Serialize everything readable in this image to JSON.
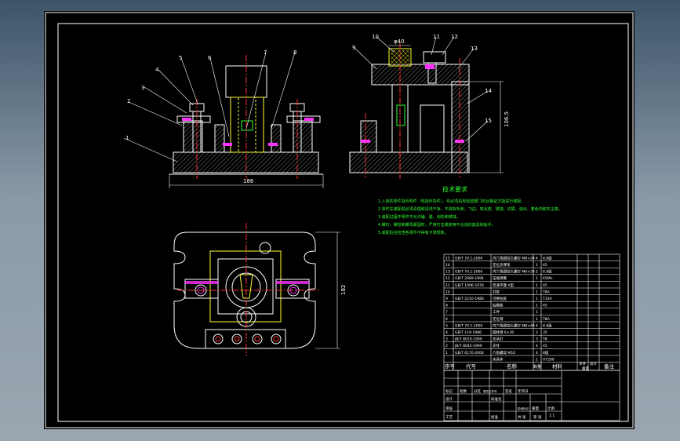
{
  "drawing": {
    "balloons": [
      "1",
      "2",
      "3",
      "4",
      "5",
      "6",
      "7",
      "8",
      "9",
      "10",
      "11",
      "12",
      "13",
      "14",
      "15"
    ],
    "dimensions": {
      "front_width": "186",
      "side_height": "106.5",
      "plan_height": "182",
      "top_dim": "φ40"
    },
    "tech_title": "技术要求",
    "tech_lines": [
      "1.入库的零件及外购件（包括外协件），均必须具有检验部门的合格证方能进行装配。",
      "2.零件在装配前必须清理和清洗干净，不得有毛刺、飞边、氧化皮、锈蚀、切屑、油污、着色剂和灰尘等。",
      "3.装配过程中零件不允许磕、碰、划伤和锈蚀。",
      "4.螺钉、螺栓和螺母紧固时，严禁打击或使用不合适的旋具和扳手。",
      "5.装配后应检查各零件不得有卡滞现象。"
    ],
    "bom_rows": [
      {
        "no": "15",
        "code": "GB/T 70.1-2000",
        "name": "内六角圆柱头螺钉 M8×20",
        "qty": "4",
        "mat": "8.8级"
      },
      {
        "no": "14",
        "code": "",
        "name": "定位支撑架",
        "qty": "1",
        "mat": "45"
      },
      {
        "no": "13",
        "code": "GB/T 70.1-2000",
        "name": "内六角圆柱头螺钉 M6×20",
        "qty": "2",
        "mat": "8.8级"
      },
      {
        "no": "12",
        "code": "GB/T 2089-1994",
        "name": "压缩弹簧",
        "qty": "1",
        "mat": "65Mn"
      },
      {
        "no": "11",
        "code": "GB/T 1096-1979",
        "name": "普通平键 A型",
        "qty": "1",
        "mat": "45"
      },
      {
        "no": "10",
        "code": "",
        "name": "衬套",
        "qty": "1",
        "mat": "T8A"
      },
      {
        "no": "9",
        "code": "GB/T 2210-1980",
        "name": "可换钻套",
        "qty": "1",
        "mat": "T10A"
      },
      {
        "no": "8",
        "code": "",
        "name": "钻模板",
        "qty": "1",
        "mat": "45"
      },
      {
        "no": "7",
        "code": "",
        "name": "工件",
        "qty": "1",
        "mat": ""
      },
      {
        "no": "6",
        "code": "",
        "name": "定位销",
        "qty": "1",
        "mat": "T8A"
      },
      {
        "no": "5",
        "code": "GB/T 70.1-2000",
        "name": "内六角圆柱头螺钉 M8×40",
        "qty": "4",
        "mat": "8.8级"
      },
      {
        "no": "4",
        "code": "GB/T 119-1986",
        "name": "圆柱销 6×30",
        "qty": "2",
        "mat": "35"
      },
      {
        "no": "3",
        "code": "JB/T 8019-1999",
        "name": "支承钉",
        "qty": "3",
        "mat": "T8"
      },
      {
        "no": "2",
        "code": "JB/T 8042-1999",
        "name": "支柱",
        "qty": "4",
        "mat": "45"
      },
      {
        "no": "1",
        "code": "GB/T 6170-2000",
        "name": "六角螺母 M10",
        "qty": "4",
        "mat": "8级"
      },
      {
        "no": "",
        "code": "",
        "name": "夹具体",
        "qty": "1",
        "mat": "HT200"
      }
    ],
    "bom_header": {
      "no": "序号",
      "code": "代号",
      "name": "名称",
      "qty": "数量",
      "mat": "材料",
      "unit_wt": "单件",
      "total_wt": "总计",
      "wt": "重量",
      "remark": "备注"
    },
    "title_block": {
      "row1": [
        "标记",
        "处数",
        "分区",
        "更改文件号",
        "签名",
        "年月日"
      ],
      "row2": [
        "设计",
        "",
        "",
        "标准化",
        "",
        "阶段标记",
        "重量",
        "比例"
      ],
      "row3": [
        "审核",
        "",
        "",
        "",
        "",
        "",
        "",
        "1:1"
      ],
      "row4": [
        "工艺",
        "",
        "",
        "批准",
        "",
        "共 张",
        "第 张"
      ]
    }
  }
}
